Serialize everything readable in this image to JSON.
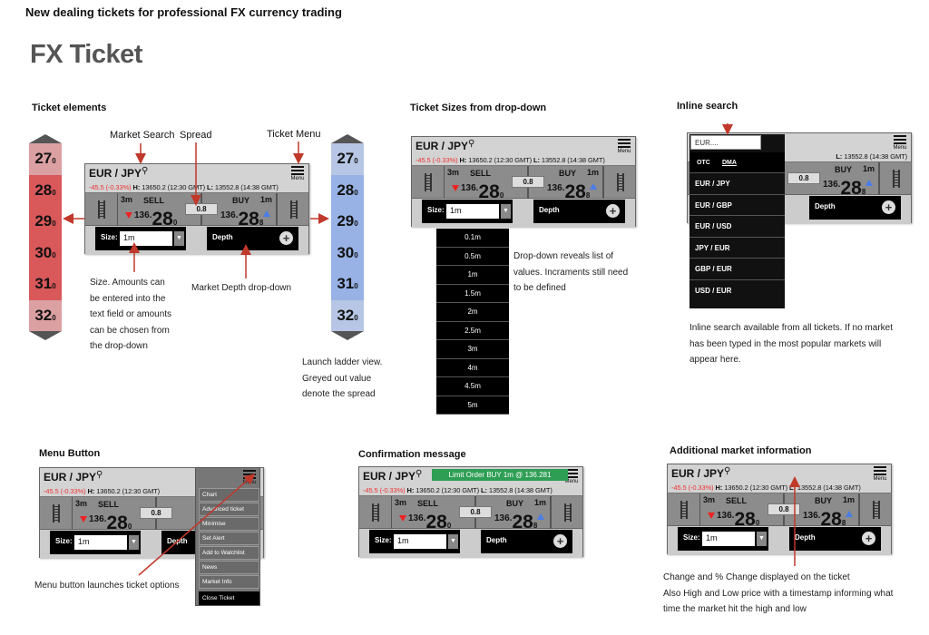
{
  "header": {
    "subtitle": "New dealing tickets for professional FX currency trading",
    "title": "FX Ticket"
  },
  "ticket": {
    "pair": "EUR / JPY",
    "menu_label": "Menu",
    "change": "-45.5 (-0.33%)",
    "high_label": "H:",
    "high": "13650.2 (12:30 GMT)",
    "low_label": "L:",
    "low": "13552.8 (14:38 GMT)",
    "sell_label": "SELL",
    "sell_qty": "3m",
    "sell_small": "136.",
    "sell_big": "28",
    "sell_pip": "0",
    "buy_label": "BUY",
    "buy_qty": "1m",
    "buy_small": "136.",
    "buy_big": "28",
    "buy_pip": "8",
    "spread": "0.8",
    "size_label": "Size:",
    "size_value": "1m",
    "depth_label": "Depth"
  },
  "sections": {
    "ticket_elements": {
      "title": "Ticket elements",
      "callouts": {
        "market_search": "Market Search",
        "spread": "Spread",
        "ticket_menu": "Ticket Menu"
      },
      "size_note": [
        "Size. Amounts can",
        "be entered into the",
        "text field or amounts",
        "can be chosen from",
        "the drop-down"
      ],
      "depth_note": "Market Depth drop-down",
      "ladder_note": [
        "Launch ladder view.",
        "Greyed out value",
        "denote the spread"
      ],
      "sell_ladder": [
        {
          "big": "27",
          "pip": "0"
        },
        {
          "big": "28",
          "pip": "0"
        },
        {
          "big": "29",
          "pip": "0"
        },
        {
          "big": "30",
          "pip": "0"
        },
        {
          "big": "31",
          "pip": "0"
        },
        {
          "big": "32",
          "pip": "0"
        }
      ],
      "buy_ladder": [
        {
          "big": "27",
          "pip": "0"
        },
        {
          "big": "28",
          "pip": "0"
        },
        {
          "big": "29",
          "pip": "0"
        },
        {
          "big": "30",
          "pip": "0"
        },
        {
          "big": "31",
          "pip": "0"
        },
        {
          "big": "32",
          "pip": "0"
        }
      ]
    },
    "ticket_sizes": {
      "title": "Ticket Sizes from drop-down",
      "options": [
        "0.1m",
        "0.5m",
        "1m",
        "1.5m",
        "2m",
        "2.5m",
        "3m",
        "4m",
        "4.5m",
        "5m"
      ],
      "note": [
        "Drop-down reveals list of",
        "values. Incraments still need",
        "to be defined"
      ]
    },
    "inline_search": {
      "title": "Inline search",
      "query": "EUR....",
      "tabs": [
        "OTC",
        "DMA"
      ],
      "results": [
        "EUR / JPY",
        "EUR / GBP",
        "EUR / USD",
        "JPY / EUR",
        "GBP / EUR",
        "USD / EUR"
      ],
      "note": [
        "Inline search available from all tickets. If no market",
        "has been typed in the most popular markets will",
        "appear here."
      ]
    },
    "menu_button": {
      "title": "Menu Button",
      "items": [
        "Chart",
        "Advanced ticket",
        "Minimise",
        "Set Alert",
        "Add to Watchlist",
        "News",
        "Market Info",
        "Close Ticket"
      ],
      "note": "Menu button launches ticket options"
    },
    "confirmation": {
      "title": "Confirmation message",
      "message": "Limit Order BUY 1m @ 136.281"
    },
    "additional_info": {
      "title": "Additional market information",
      "note": [
        "Change and % Change displayed on the ticket",
        "Also High and Low price with a timestamp informing what",
        "time the market hit the high and low"
      ]
    }
  },
  "colors": {
    "sell_ladder_mid": "#d9585a",
    "sell_ladder_edge": "#dba0a2",
    "buy_ladder_mid": "#98b2e6",
    "buy_ladder_edge": "#b7c6e4",
    "arrow": "#c0392b",
    "confirm": "#2f9e55"
  }
}
